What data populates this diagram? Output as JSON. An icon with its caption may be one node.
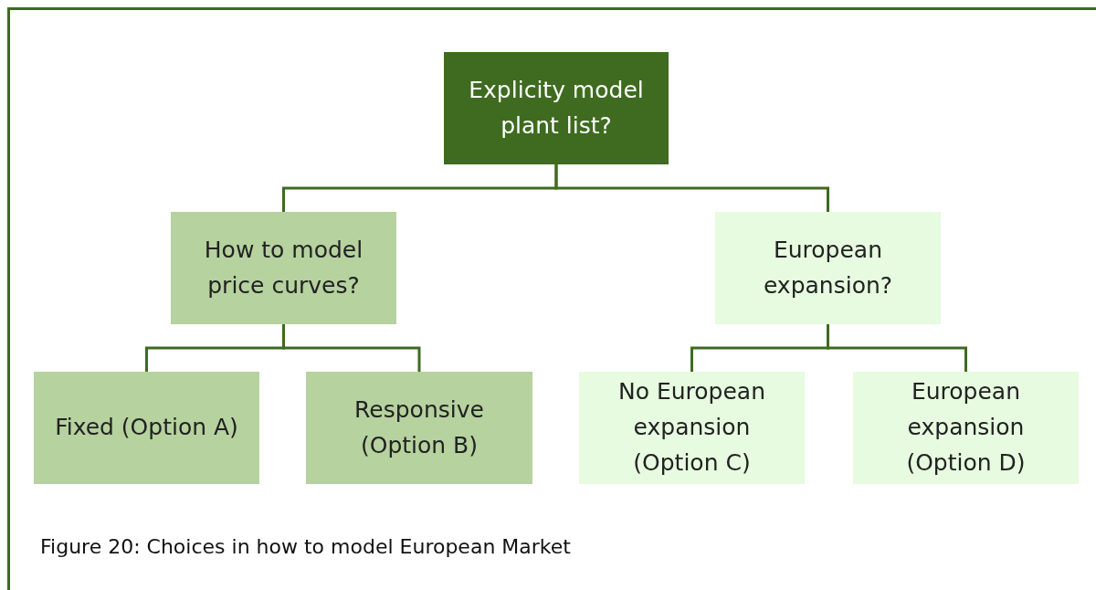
{
  "diagram": {
    "caption": "Figure 20: Choices in how to model European Market",
    "nodes": [
      {
        "text": [
          "Explicity model plant list?"
        ]
      },
      {
        "text": [
          "How to model price curves?"
        ]
      },
      {
        "text": [
          "European expansion?"
        ]
      },
      {
        "text": [
          "Fixed (Option A)"
        ]
      },
      {
        "text": [
          "Responsive (Option B)"
        ]
      },
      {
        "text": [
          "No European expansion (Option C)"
        ]
      },
      {
        "text": [
          "European expansion (Option D)"
        ]
      }
    ],
    "edges": [
      {
        "from": 0,
        "to": 1,
        "arrow": "none"
      },
      {
        "from": 0,
        "to": 2,
        "arrow": "none"
      },
      {
        "from": 1,
        "to": 3,
        "arrow": "none"
      },
      {
        "from": 1,
        "to": 4,
        "arrow": "none"
      },
      {
        "from": 2,
        "to": 5,
        "arrow": "none"
      },
      {
        "from": 2,
        "to": 6,
        "arrow": "none"
      }
    ]
  }
}
